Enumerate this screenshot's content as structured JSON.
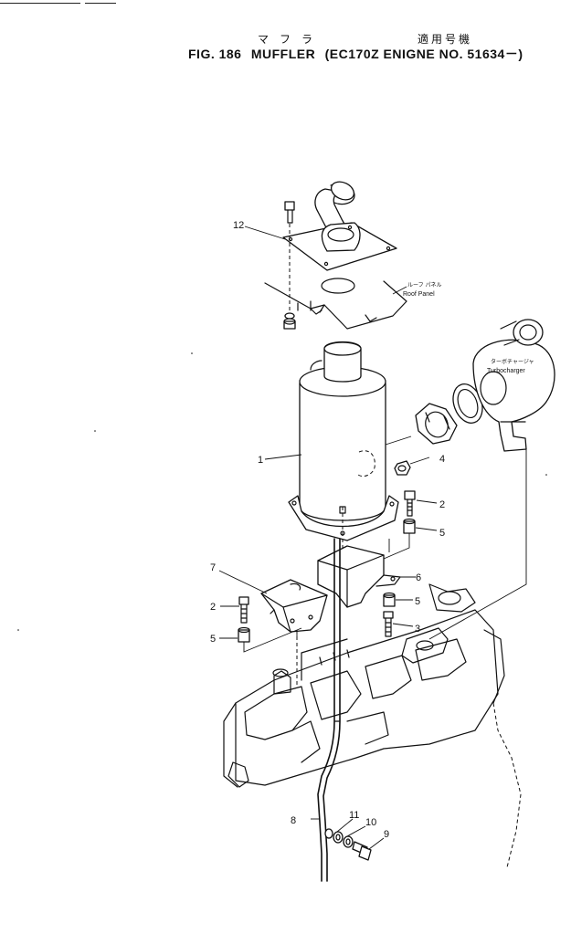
{
  "header": {
    "jp_title": "マフラ",
    "jp_applicability": "適用号機",
    "fig_label": "FIG. 186",
    "fig_name": "MUFFLER",
    "fig_spec": "(EC170Z ENIGNE NO. 51634－)"
  },
  "callouts": {
    "c1": "1",
    "c2a": "2",
    "c2b": "2",
    "c3": "3",
    "c4": "4",
    "c5a": "5",
    "c5b": "5",
    "c5c": "5",
    "c6": "6",
    "c7": "7",
    "c8": "8",
    "c9": "9",
    "c10": "10",
    "c11": "11",
    "c12": "12"
  },
  "labels": {
    "roof_panel_jp": "ルーフ パネル",
    "roof_panel": "Roof Panel",
    "turbo_jp": "ターボチャージャ",
    "turbo": "Turbocharger"
  }
}
